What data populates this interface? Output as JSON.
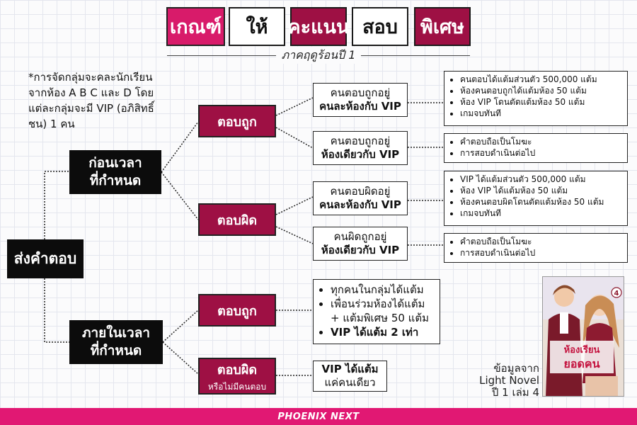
{
  "title": {
    "words": [
      "เกณฑ์",
      "ให้",
      "คะแนน",
      "สอบ",
      "พิเศษ"
    ],
    "subtitle": "ภาคฤดูร้อนปี 1"
  },
  "note": "*การจัดกลุ่มจะคละนักเรียนจากห้อง A B C และ D โดยแต่ละกลุ่มจะมี VIP (อภิสิทธิ์ชน) 1 คน",
  "root": "ส่งคำตอบ",
  "before": {
    "label_line1": "ก่อนเวลา",
    "label_line2": "ที่กำหนด",
    "correct": {
      "label": "ตอบถูก",
      "case1": {
        "line1": "คนตอบถูกอยู่",
        "line2": "คนละห้องกับ VIP",
        "details": [
          "คนตอบได้แต้มส่วนตัว 500,000 แต้ม",
          "ห้องคนตอบถูกได้แต้มห้อง 50 แต้ม",
          "ห้อง VIP โดนตัดแต้มห้อง 50 แต้ม",
          "เกมจบทันที"
        ]
      },
      "case2": {
        "line1": "คนตอบถูกอยู่",
        "line2": "ห้องเดียวกับ VIP",
        "details": [
          "คำตอบถือเป็นโมฆะ",
          "การสอบดำเนินต่อไป"
        ]
      }
    },
    "wrong": {
      "label": "ตอบผิด",
      "case1": {
        "line1": "คนตอบผิดอยู่",
        "line2": "คนละห้องกับ VIP",
        "details": [
          "VIP ได้แต้มส่วนตัว 500,000 แต้ม",
          "ห้อง VIP ได้แต้มห้อง 50 แต้ม",
          "ห้องคนตอบผิดโดนตัดแต้มห้อง 50 แต้ม",
          "เกมจบทันที"
        ]
      },
      "case2": {
        "line1": "คนผิดถูกอยู่",
        "line2": "ห้องเดียวกับ VIP",
        "details": [
          "คำตอบถือเป็นโมฆะ",
          "การสอบดำเนินต่อไป"
        ]
      }
    }
  },
  "within": {
    "label_line1": "ภายในเวลา",
    "label_line2": "ที่กำหนด",
    "correct": {
      "label": "ตอบถูก",
      "details": [
        "ทุกคนในกลุ่มได้แต้ม",
        "เพื่อนร่วมห้องได้แต้ม + แต้มพิเศษ 50 แต้ม",
        "VIP ได้แต้ม 2 เท่า"
      ]
    },
    "wrong": {
      "label": "ตอบผิด",
      "sublabel": "หรือไม่มีคนตอบ",
      "result_line1": "VIP ได้แต้ม",
      "result_line2": "แค่คนเดียว"
    }
  },
  "cover": {
    "badge": "4",
    "title_line1": "ห้องเรียน",
    "title_line2": "ยอดคน"
  },
  "source": {
    "line1": "ข้อมูลจาก",
    "line2": "Light Novel",
    "line3": "ปี 1 เล่ม 4"
  },
  "footer": "PHOENIX NEXT",
  "colors": {
    "pink": "#d81b6a",
    "maroon": "#9e1044",
    "black": "#0c0c0c",
    "footer_pink": "#e11873"
  }
}
